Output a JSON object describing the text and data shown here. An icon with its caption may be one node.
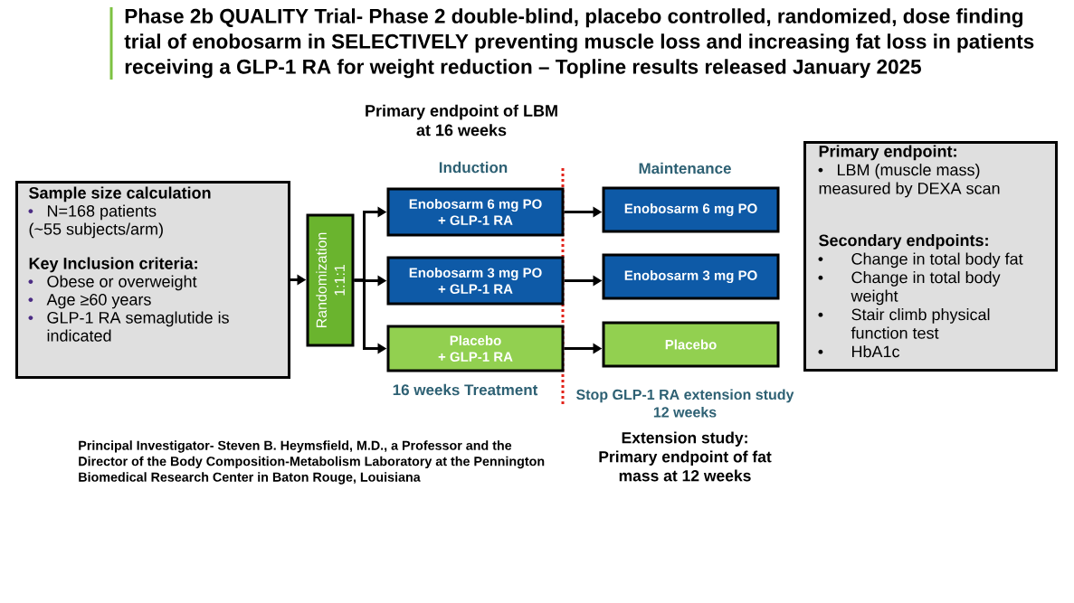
{
  "diagram": {
    "title": "Phase 2b QUALITY Trial- Phase 2 double-blind, placebo controlled, randomized, dose finding trial of enobosarm in SELECTIVELY preventing muscle loss and increasing fat loss in patients receiving a GLP-1 RA for weight reduction – Topline results released January 2025",
    "nodes": [
      {
        "text": [
          "Sample size calculation",
          "N=168 patients (~55 subjects/arm)",
          "Key Inclusion criteria:",
          "Obese or overweight",
          "Age ≥60 years",
          "GLP-1 RA semaglutide is indicated"
        ]
      },
      {
        "text": [
          "Randomization 1:1:1"
        ]
      },
      {
        "text": [
          "Enobosarm 6 mg PO + GLP-1 RA"
        ]
      },
      {
        "text": [
          "Enobosarm 3 mg PO + GLP-1 RA"
        ]
      },
      {
        "text": [
          "Placebo + GLP-1 RA"
        ]
      },
      {
        "text": [
          "Enobosarm 6 mg PO"
        ]
      },
      {
        "text": [
          "Enobosarm 3 mg PO"
        ]
      },
      {
        "text": [
          "Placebo"
        ]
      },
      {
        "text": [
          "Primary endpoint:",
          "LBM (muscle mass) measured by DEXA scan",
          "Secondary endpoints:",
          "Change in total body fat",
          "Change in total body weight",
          "Stair climb physical function test",
          "HbA1c"
        ]
      }
    ],
    "edges": [
      {
        "from": 0,
        "to": 1,
        "arrow": "to"
      },
      {
        "from": 1,
        "to": 2,
        "arrow": "to"
      },
      {
        "from": 1,
        "to": 3,
        "arrow": "to"
      },
      {
        "from": 1,
        "to": 4,
        "arrow": "to"
      },
      {
        "from": 2,
        "to": 5,
        "arrow": "to"
      },
      {
        "from": 3,
        "to": 6,
        "arrow": "to"
      },
      {
        "from": 4,
        "to": 7,
        "arrow": "to"
      }
    ],
    "labels": [
      "Primary endpoint of LBM at 16 weeks",
      "Induction",
      "Maintenance",
      "16 weeks Treatment",
      "Stop GLP-1 RA extension study 12 weeks",
      "Extension study: Primary endpoint of fat mass at 12 weeks",
      "Principal Investigator- Steven B. Heymsfield, M.D., a Professor and the Director of the Body Composition-Metabolism Laboratory at the Pennington Biomedical Research Center in Baton Rouge, Louisiana"
    ]
  }
}
